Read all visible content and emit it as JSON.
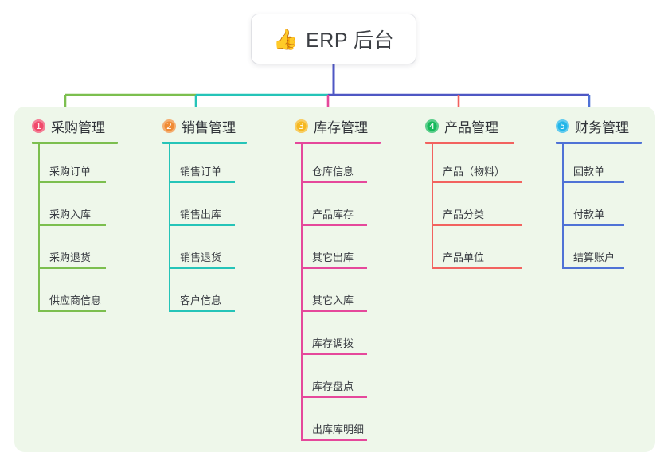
{
  "root": {
    "icon": "thumbs-up-icon",
    "icon_glyph": "👍",
    "title": "ERP 后台"
  },
  "palette": {
    "panel_bg": "#eef7ea",
    "page_bg": "#ffffff",
    "card_bg": "#ffffff",
    "text": "#3a3d43",
    "trunk": "#4f57c4"
  },
  "columns": [
    {
      "number": "1",
      "title": "采购管理",
      "color": "#7cbf4f",
      "badge_color": "#f04a6a",
      "items": [
        {
          "label": "采购订单"
        },
        {
          "label": "采购入库"
        },
        {
          "label": "采购退货"
        },
        {
          "label": "供应商信息"
        }
      ]
    },
    {
      "number": "2",
      "title": "销售管理",
      "color": "#25c4b8",
      "badge_color": "#f08b34",
      "items": [
        {
          "label": "销售订单"
        },
        {
          "label": "销售出库"
        },
        {
          "label": "销售退货"
        },
        {
          "label": "客户信息"
        }
      ]
    },
    {
      "number": "3",
      "title": "库存管理",
      "color": "#e5489b",
      "badge_color": "#f5b820",
      "items": [
        {
          "label": "仓库信息"
        },
        {
          "label": "产品库存"
        },
        {
          "label": "其它出库"
        },
        {
          "label": "其它入库"
        },
        {
          "label": "库存调拨"
        },
        {
          "label": "库存盘点"
        },
        {
          "label": "出库库明细"
        }
      ]
    },
    {
      "number": "4",
      "title": "产品管理",
      "color": "#f2625f",
      "badge_color": "#15b95a",
      "items": [
        {
          "label": "产品（物料）"
        },
        {
          "label": "产品分类"
        },
        {
          "label": "产品单位"
        }
      ]
    },
    {
      "number": "5",
      "title": "财务管理",
      "color": "#4f72d6",
      "badge_color": "#22b6e8",
      "items": [
        {
          "label": "回款单"
        },
        {
          "label": "付款单"
        },
        {
          "label": "结算账户"
        }
      ]
    }
  ]
}
